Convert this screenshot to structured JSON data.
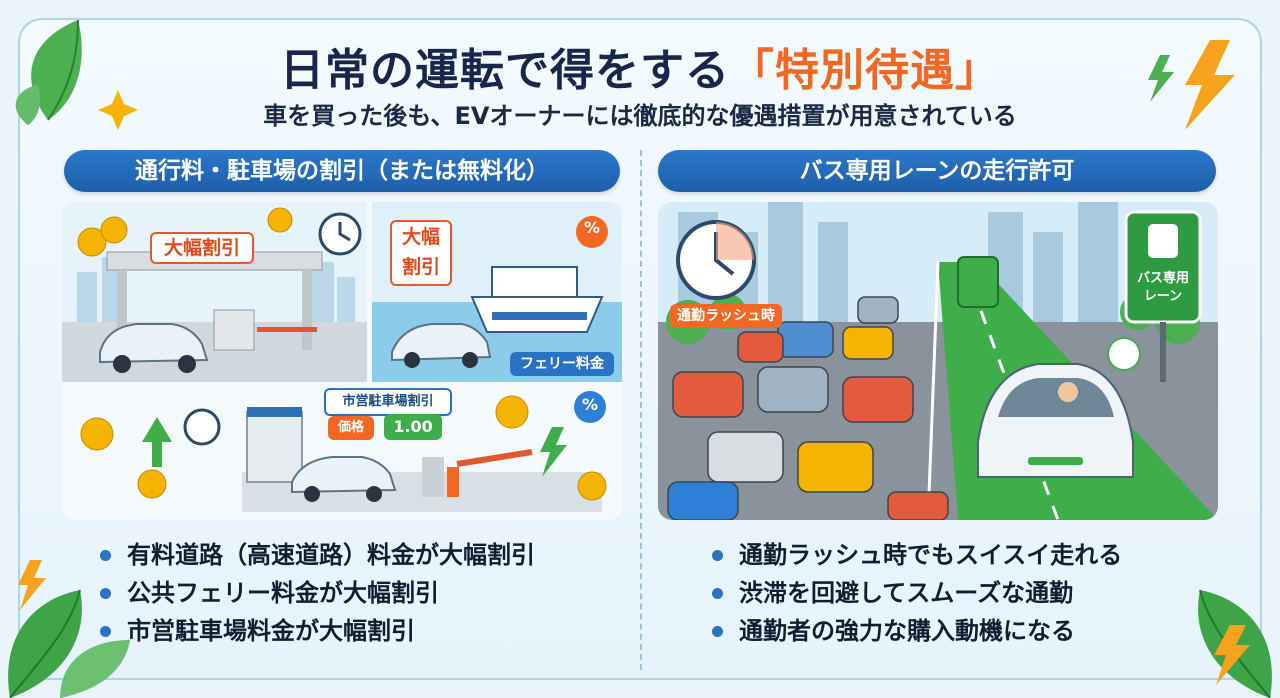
{
  "title": {
    "main": "日常の運転で得をする",
    "accent": "「特別待遇」"
  },
  "subtitle": "車を買った後も、EVオーナーには徹底的な優遇措置が用意されている",
  "left_panel": {
    "header": "通行料・駐車場の割引（または無料化）",
    "illustration": {
      "toll_sign": "大幅割引",
      "ferry_sign": "大幅\n割引",
      "ferry_sign_line1": "大幅",
      "ferry_sign_line2": "割引",
      "ferry_label": "フェリー料金",
      "parking_sign": "市営駐車場割引",
      "price_label": "価格",
      "price_value": "1.00",
      "percent_symbol": "%"
    },
    "bullets": [
      "有料道路（高速道路）料金が大幅割引",
      "公共フェリー料金が大幅割引",
      "市営駐車場料金が大幅割引"
    ]
  },
  "right_panel": {
    "header": "バス専用レーンの走行許可",
    "illustration": {
      "rush_label": "通勤ラッシュ時",
      "bus_lane_sign_line1": "バス専用",
      "bus_lane_sign_line2": "レーン"
    },
    "bullets": [
      "通勤ラッシュ時でもスイスイ走れる",
      "渋滞を回避してスムーズな通勤",
      "通勤者の強力な購入動機になる"
    ]
  },
  "colors": {
    "accent_orange": "#f26722",
    "header_blue": "#2369b8",
    "bus_lane_green": "#3dae4a",
    "background": "#eaf5fb"
  }
}
